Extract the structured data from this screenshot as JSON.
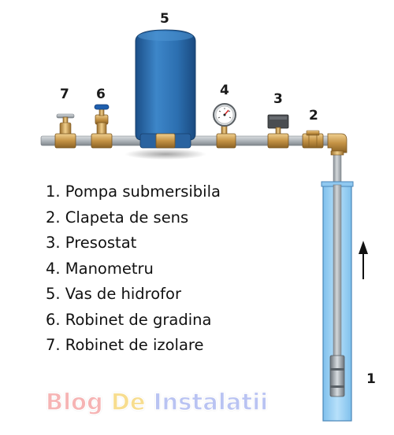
{
  "labels": {
    "n1": "1",
    "n2": "2",
    "n3": "3",
    "n4": "4",
    "n5": "5",
    "n6": "6",
    "n7": "7"
  },
  "legend": [
    "1. Pompa submersibila",
    "2. Clapeta de sens",
    "3. Presostat",
    "4. Manometru",
    "5. Vas de hidrofor",
    "6. Robinet de gradina",
    "7. Robinet de izolare"
  ],
  "watermark": {
    "word1": "Blog",
    "word2": "De",
    "word3": "Instalatii"
  },
  "colors": {
    "pipe": "#a9b0b6",
    "brass": "#c79a52",
    "tank": "#2c6fb0",
    "well_water": "#9fd3f4",
    "valve_handle": "#1f5fae"
  }
}
